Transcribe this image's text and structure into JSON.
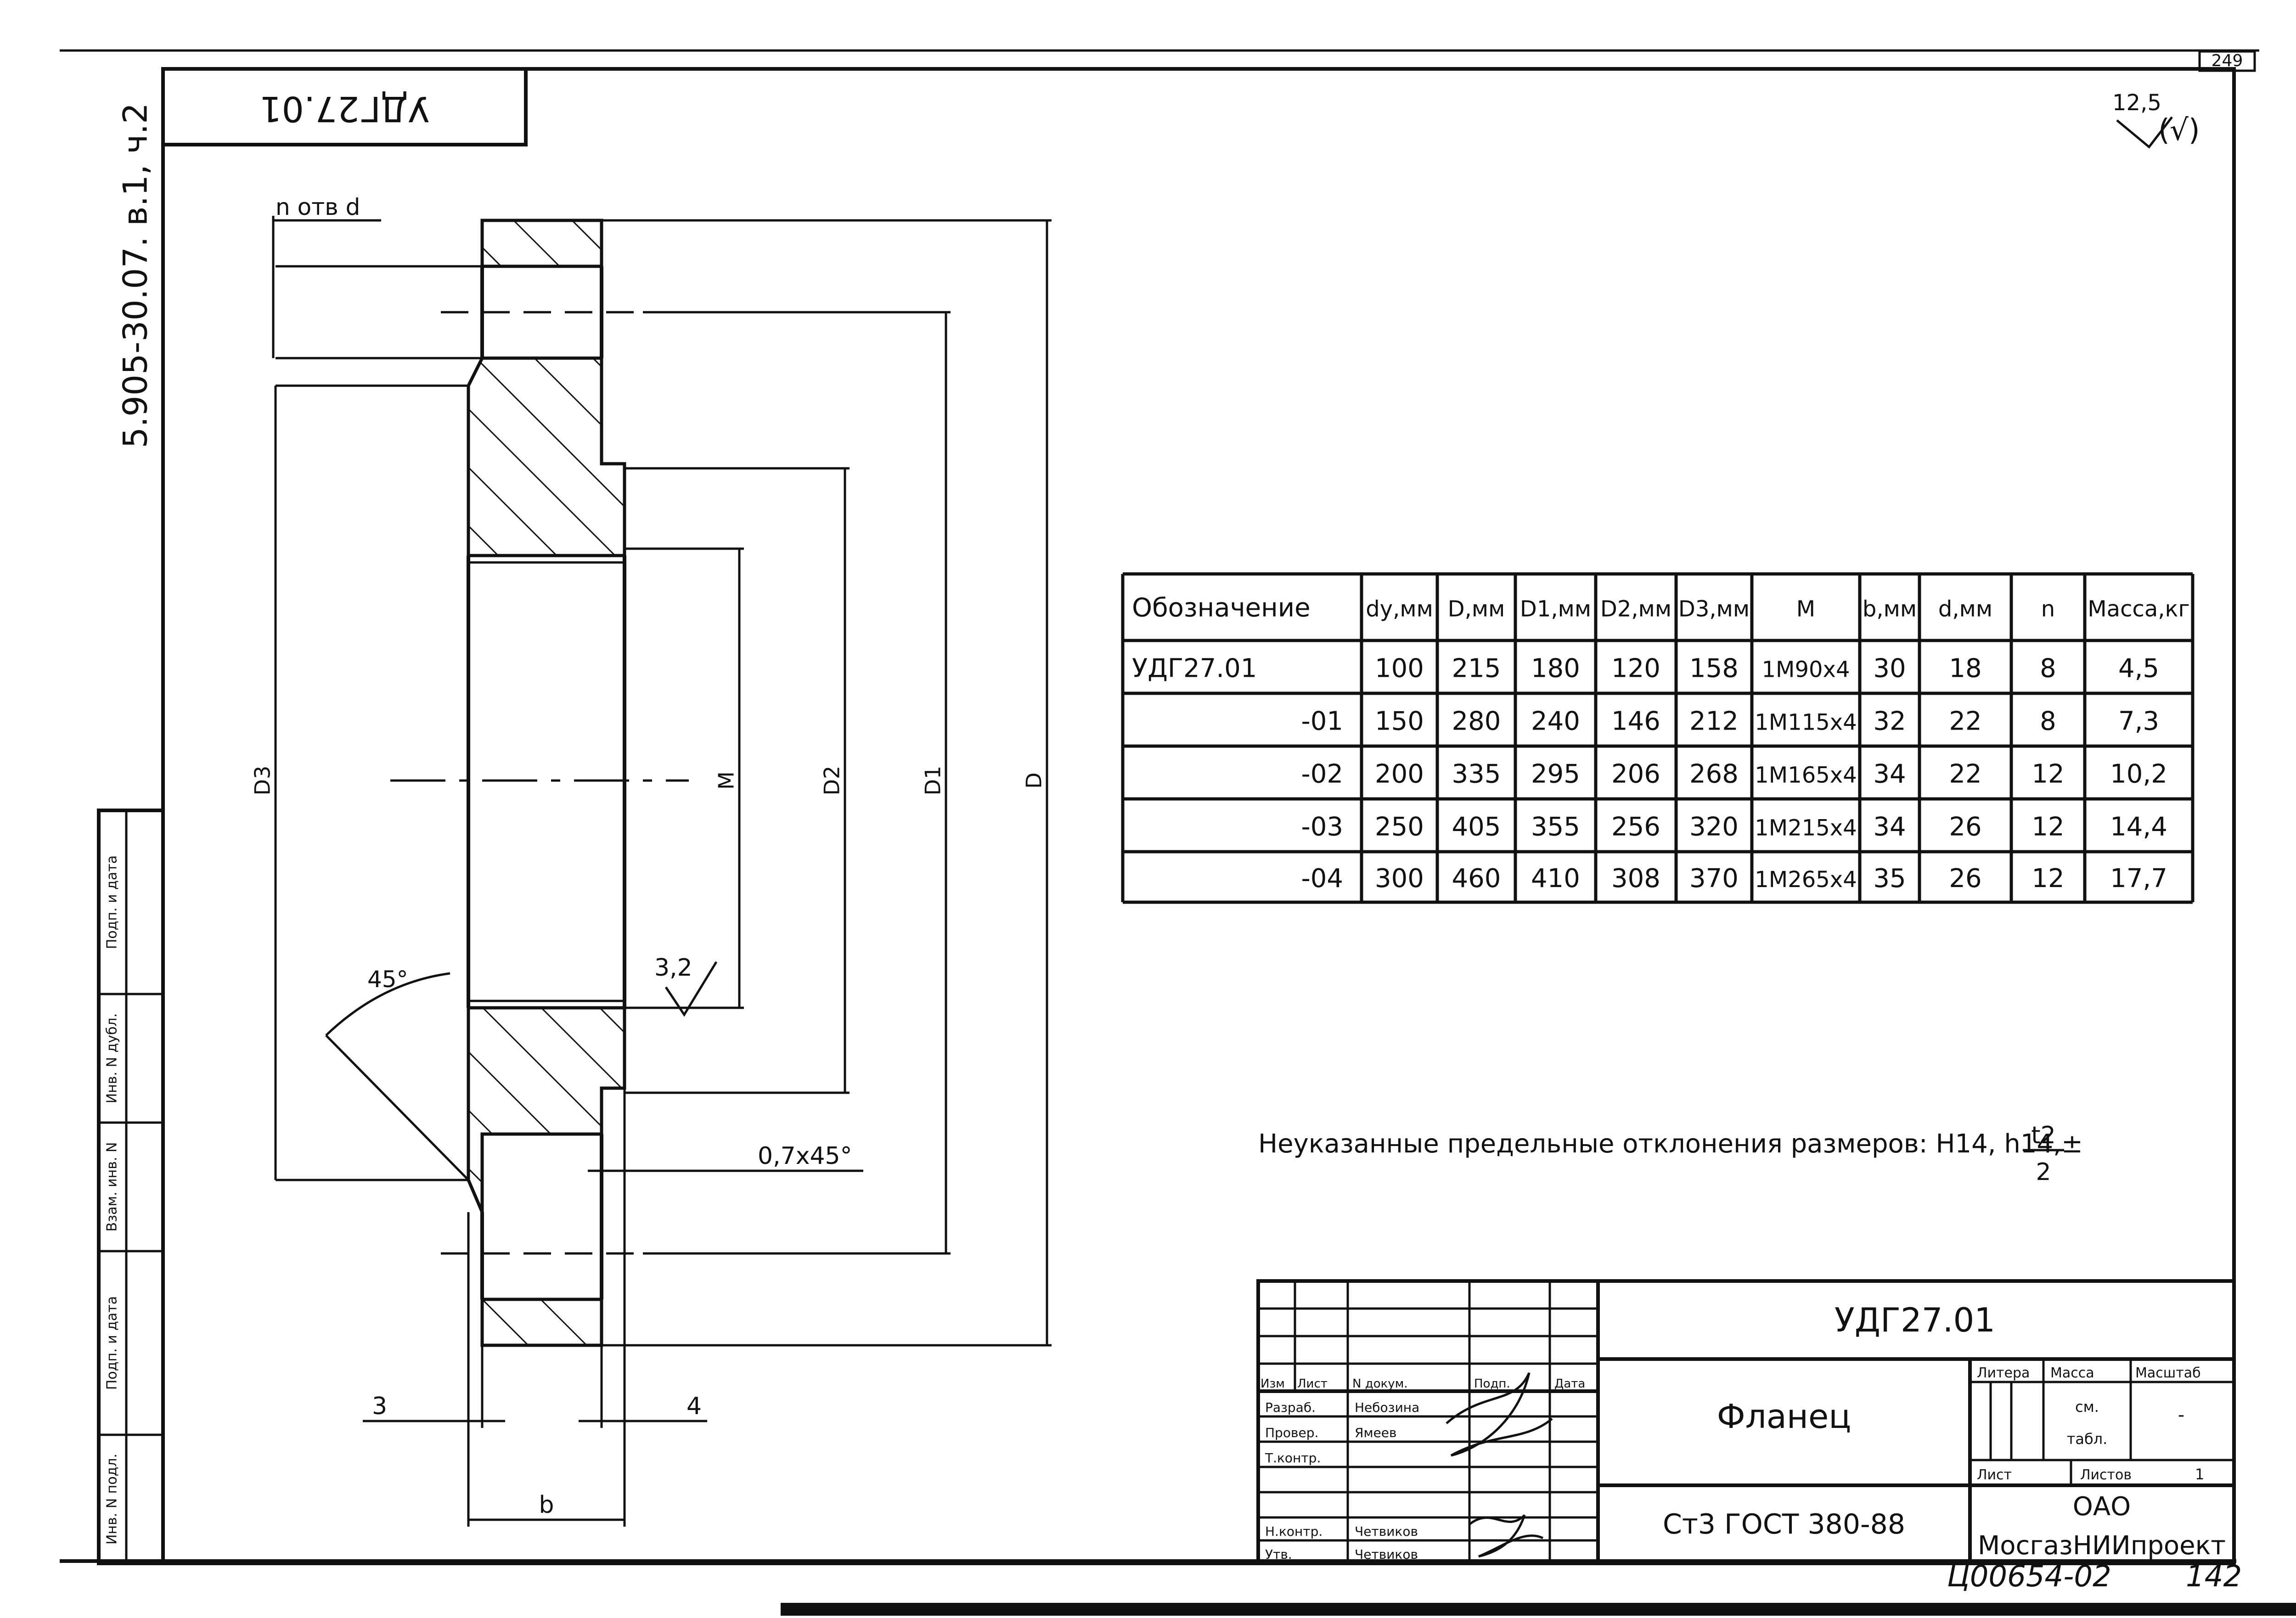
{
  "sheet": {
    "page_number": "249",
    "stamp_top": "УДГ27.01",
    "series_code": "5.905-30.07. в.1, ч.2",
    "roughness_general": "12,5",
    "roughness_paren": "(√)"
  },
  "side_labels": [
    "Подп. и дата",
    "Инв. N дубл.",
    "Взам. инв. N",
    "Подп. и дата",
    "Инв. N подл."
  ],
  "drawing": {
    "holes_label": "n отв d",
    "dims": {
      "D3": "D3",
      "M": "M",
      "D2": "D2",
      "D1": "D1",
      "D": "D",
      "angle": "45°",
      "roughness": "3,2",
      "chamfer": "0,7x45°",
      "left_num": "3",
      "right_num": "4",
      "b": "b"
    }
  },
  "table": {
    "headers": [
      "Обозначение",
      "dy,мм",
      "D,мм",
      "D1,мм",
      "D2,мм",
      "D3,мм",
      "М",
      "b,мм",
      "d,мм",
      "n",
      "Масса,кг"
    ],
    "rows": [
      [
        "УДГ27.01",
        "100",
        "215",
        "180",
        "120",
        "158",
        "1М90x4",
        "30",
        "18",
        "8",
        "4,5"
      ],
      [
        "-01",
        "150",
        "280",
        "240",
        "146",
        "212",
        "1М115x4",
        "32",
        "22",
        "8",
        "7,3"
      ],
      [
        "-02",
        "200",
        "335",
        "295",
        "206",
        "268",
        "1М165x4",
        "34",
        "22",
        "12",
        "10,2"
      ],
      [
        "-03",
        "250",
        "405",
        "355",
        "256",
        "320",
        "1М215x4",
        "34",
        "26",
        "12",
        "14,4"
      ],
      [
        "-04",
        "300",
        "460",
        "410",
        "308",
        "370",
        "1М265x4",
        "35",
        "26",
        "12",
        "17,7"
      ]
    ]
  },
  "note": {
    "text": "Неуказанные предельные отклонения размеров: H14, h14,±",
    "frac_num": "t2",
    "frac_den": "2"
  },
  "title_block": {
    "designation": "УДГ27.01",
    "name": "Фланец",
    "material": "Ст3 ГОСТ 380-88",
    "col_headers": [
      "Изм",
      "Лист",
      "N докум.",
      "Подп.",
      "Дата"
    ],
    "role_rows": [
      {
        "role": "Разраб.",
        "person": "Небозина"
      },
      {
        "role": "Провер.",
        "person": "Ямеев"
      },
      {
        "role": "Т.контр.",
        "person": ""
      },
      {
        "role": "Н.контр.",
        "person": "Четвиков"
      },
      {
        "role": "Утв.",
        "person": "Четвиков"
      }
    ],
    "lit_label": "Литера",
    "mass_label": "Масса",
    "scale_label": "Масштаб",
    "mass_value_1": "см.",
    "mass_value_2": "табл.",
    "scale_value": "-",
    "sheet_label": "Лист",
    "sheets_label": "Листов",
    "sheets_value": "1",
    "org_line1": "ОАО",
    "org_line2": "МосгазНИИпроект"
  },
  "handwritten": {
    "archive_number": "Ц00654-02",
    "page": "142"
  }
}
